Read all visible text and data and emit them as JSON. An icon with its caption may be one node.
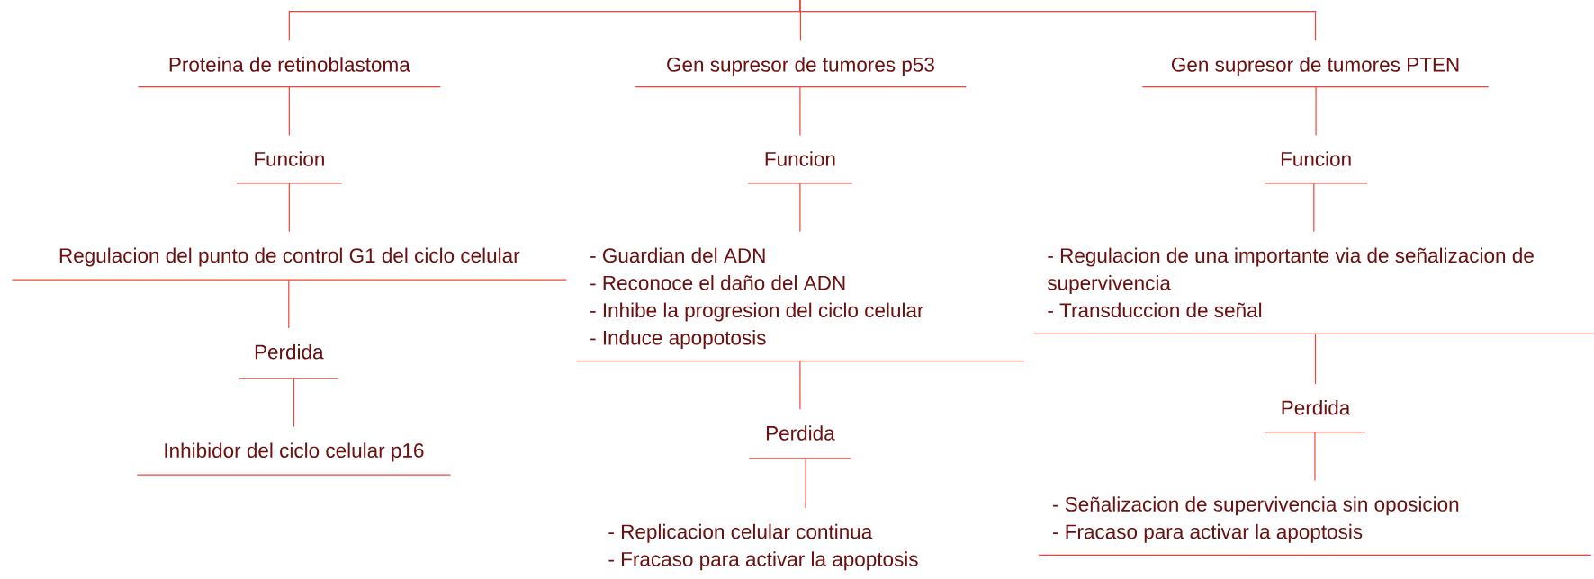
{
  "diagram": {
    "nodes": [
      {
        "text": [
          "Proteina de retinoblastoma"
        ]
      },
      {
        "text": [
          "Gen supresor de tumores p53"
        ]
      },
      {
        "text": [
          "Gen supresor de tumores PTEN"
        ]
      },
      {
        "text": [
          "Funcion"
        ]
      },
      {
        "text": [
          "Regulacion del punto de control G1 del ciclo celular"
        ]
      },
      {
        "text": [
          "Perdida"
        ]
      },
      {
        "text": [
          "Inhibidor del ciclo celular p16"
        ]
      },
      {
        "text": [
          "Funcion"
        ]
      },
      {
        "text": [
          "- Guardian del ADN",
          "- Reconoce el daño del ADN",
          "- Inhibe la progresion del ciclo celular",
          "- Induce apopotosis"
        ]
      },
      {
        "text": [
          "Perdida"
        ]
      },
      {
        "text": [
          "- Replicacion celular continua",
          "- Fracaso para activar la apoptosis"
        ]
      },
      {
        "text": [
          "Funcion"
        ]
      },
      {
        "text": [
          "- Regulacion de una importante via de señalizacion de supervivencia",
          "- Transduccion de señal"
        ]
      },
      {
        "text": [
          "Perdida"
        ]
      },
      {
        "text": [
          "- Señalizacion de supervivencia sin oposicion",
          "- Fracaso para activar la apoptosis"
        ]
      }
    ],
    "edges": [
      {
        "from": null,
        "to": 0,
        "arrow": "none"
      },
      {
        "from": null,
        "to": 1,
        "arrow": "none"
      },
      {
        "from": null,
        "to": 2,
        "arrow": "none"
      },
      {
        "from": 0,
        "to": 3,
        "arrow": "none"
      },
      {
        "from": 3,
        "to": 4,
        "arrow": "none"
      },
      {
        "from": 4,
        "to": 5,
        "arrow": "none"
      },
      {
        "from": 5,
        "to": 6,
        "arrow": "none"
      },
      {
        "from": 1,
        "to": 7,
        "arrow": "none"
      },
      {
        "from": 7,
        "to": 8,
        "arrow": "none"
      },
      {
        "from": 8,
        "to": 9,
        "arrow": "none"
      },
      {
        "from": 9,
        "to": 10,
        "arrow": "none"
      },
      {
        "from": 2,
        "to": 11,
        "arrow": "none"
      },
      {
        "from": 11,
        "to": 12,
        "arrow": "none"
      },
      {
        "from": 12,
        "to": 13,
        "arrow": "none"
      },
      {
        "from": 13,
        "to": 14,
        "arrow": "none"
      }
    ]
  }
}
